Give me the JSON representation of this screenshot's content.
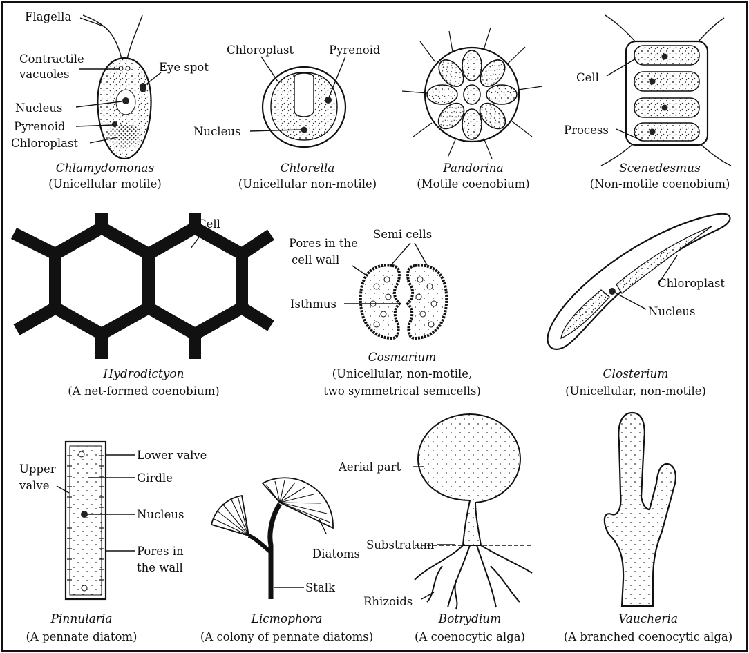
{
  "figures": {
    "chlamydomonas": {
      "title": "Chlamydomonas",
      "subtitle": "(Unicellular motile)",
      "labels": {
        "flagella": "Flagella",
        "contractile_1": "Contractile",
        "contractile_2": "vacuoles",
        "eye_spot": "Eye spot",
        "nucleus": "Nucleus",
        "pyrenoid": "Pyrenoid",
        "chloroplast": "Chloroplast"
      }
    },
    "chlorella": {
      "title": "Chlorella",
      "subtitle": "(Unicellular non-motile)",
      "labels": {
        "chloroplast": "Chloroplast",
        "pyrenoid": "Pyrenoid",
        "nucleus": "Nucleus"
      }
    },
    "pandorina": {
      "title": "Pandorina",
      "subtitle": "(Motile coenobium)"
    },
    "scenedesmus": {
      "title": "Scenedesmus",
      "subtitle": "(Non-motile coenobium)",
      "labels": {
        "cell": "Cell",
        "process": "Process"
      }
    },
    "hydrodictyon": {
      "title": "Hydrodictyon",
      "subtitle": "(A net-formed coenobium)",
      "labels": {
        "cell": "Cell"
      }
    },
    "cosmarium": {
      "title": "Cosmarium",
      "subtitle_1": "(Unicellular, non-motile,",
      "subtitle_2": "two symmetrical semicells)",
      "labels": {
        "semi_cells": "Semi cells",
        "pores_1": "Pores in the",
        "pores_2": "cell wall",
        "isthmus": "Isthmus"
      }
    },
    "closterium": {
      "title": "Closterium",
      "subtitle": "(Unicellular, non-motile)",
      "labels": {
        "chloroplast": "Chloroplast",
        "nucleus": "Nucleus"
      }
    },
    "pinnularia": {
      "title": "Pinnularia",
      "subtitle": "(A pennate diatom)",
      "labels": {
        "upper_1": "Upper",
        "upper_2": "valve",
        "lower_valve": "Lower valve",
        "girdle": "Girdle",
        "nucleus": "Nucleus",
        "pores_1": "Pores in",
        "pores_2": "the wall"
      }
    },
    "licmophora": {
      "title": "Licmophora",
      "subtitle": "(A colony of pennate diatoms)",
      "labels": {
        "diatoms": "Diatoms",
        "stalk": "Stalk"
      }
    },
    "botrydium": {
      "title": "Botrydium",
      "subtitle": "(A coenocytic alga)",
      "labels": {
        "aerial_part": "Aerial part",
        "substratum": "Substratum",
        "rhizoids": "Rhizoids"
      }
    },
    "vaucheria": {
      "title": "Vaucheria",
      "subtitle": "(A branched coenocytic alga)"
    }
  }
}
